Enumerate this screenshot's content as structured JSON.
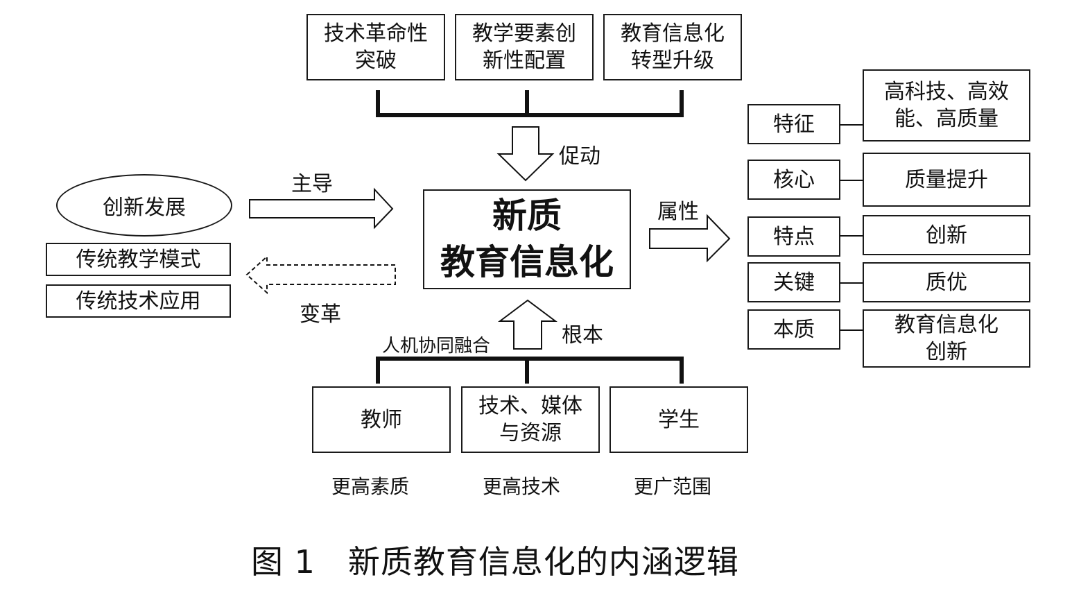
{
  "drivers": [
    {
      "line1": "技术革命性",
      "line2": "突破"
    },
    {
      "line1": "教学要素创",
      "line2": "新性配置"
    },
    {
      "line1": "教育信息化",
      "line2": "转型升级"
    }
  ],
  "arrow_labels": {
    "promote": "促动",
    "lead": "主导",
    "reform": "变革",
    "attribute": "属性",
    "foundation": "根本",
    "fusion": "人机协同融合"
  },
  "core": {
    "line1": "新质",
    "line2": "教育信息化"
  },
  "left": {
    "oval": "创新发展",
    "traditional": [
      "传统教学模式",
      "传统技术应用"
    ]
  },
  "attributes": [
    {
      "key": "特征",
      "line1": "高科技、高效",
      "line2": "能、高质量"
    },
    {
      "key": "核心",
      "line1": "质量提升",
      "line2": ""
    },
    {
      "key": "特点",
      "line1": "创新",
      "line2": ""
    },
    {
      "key": "关键",
      "line1": "质优",
      "line2": ""
    },
    {
      "key": "本质",
      "line1": "教育信息化",
      "line2": "创新"
    }
  ],
  "actors": [
    {
      "line1": "教师",
      "line2": "",
      "caption": "更高素质"
    },
    {
      "line1": "技术、媒体",
      "line2": "与资源",
      "caption": "更高技术"
    },
    {
      "line1": "学生",
      "line2": "",
      "caption": "更广范围"
    }
  ],
  "figure_caption": "图 1　新质教育信息化的内涵逻辑"
}
